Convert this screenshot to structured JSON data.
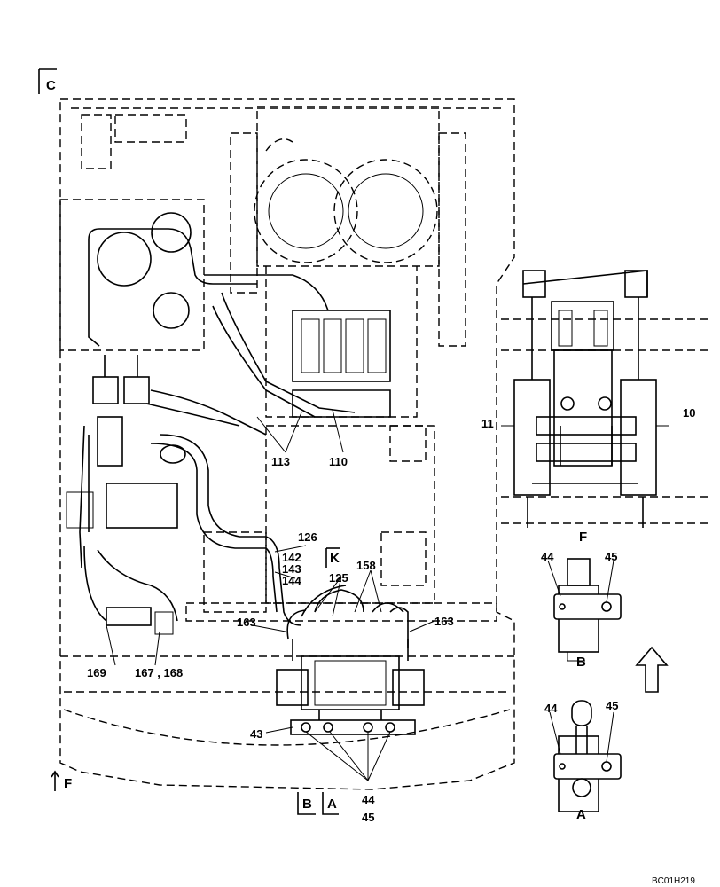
{
  "views": {
    "c": "C",
    "f_bottom": "F",
    "f_side": "F",
    "k": "K",
    "b_cut": "B",
    "a_cut": "A",
    "b_detail": "B",
    "a_detail": "A"
  },
  "callouts": {
    "c113": "113",
    "c110": "110",
    "c126": "126",
    "c142": "142",
    "c143": "143",
    "c144": "144",
    "c125": "125",
    "c158": "158",
    "c163_left": "163",
    "c163_right": "163",
    "c169": "169",
    "c167_168": "167 , 168",
    "c43": "43",
    "c44_main": "44",
    "c45_main": "45",
    "c11": "11",
    "c10": "10",
    "c44_b": "44",
    "c45_b": "45",
    "c44_a": "44",
    "c45_a": "45"
  },
  "drawing_code": "BC01H219"
}
